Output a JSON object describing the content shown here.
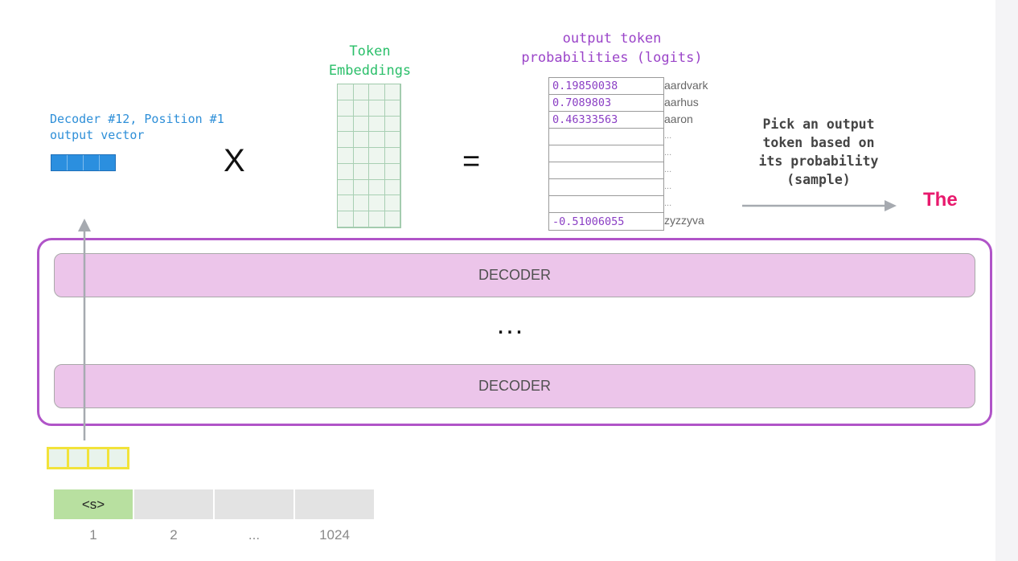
{
  "output_vector": {
    "label_line1": "Decoder #12, Position #1",
    "label_line2": "output vector",
    "color": "#2b8fdf",
    "cells": 4
  },
  "operators": {
    "multiply": "X",
    "equals": "="
  },
  "token_embeddings": {
    "label_line1": "Token",
    "label_line2": "Embeddings",
    "color": "#2bbf6a",
    "columns": 4,
    "rows": 9
  },
  "logits": {
    "title_line1": "output token",
    "title_line2": "probabilities (logits)",
    "color": "#9b45c9",
    "rows": [
      {
        "value": "0.19850038",
        "token": "aardvark"
      },
      {
        "value": "0.7089803",
        "token": "aarhus"
      },
      {
        "value": "0.46333563",
        "token": "aaron"
      },
      {
        "value": "",
        "token": "..."
      },
      {
        "value": "",
        "token": "..."
      },
      {
        "value": "",
        "token": "..."
      },
      {
        "value": "",
        "token": "..."
      },
      {
        "value": "",
        "token": "..."
      },
      {
        "value": "-0.51006055",
        "token": "zyzzyva"
      }
    ]
  },
  "pick": {
    "line1": "Pick an output",
    "line2": "token based on",
    "line3": "its probability",
    "line4": "(sample)"
  },
  "result_token": {
    "text": "The",
    "color": "#e8196d"
  },
  "decoder_stack": {
    "top_label": "DECODER",
    "ellipsis": "...",
    "bottom_label": "DECODER",
    "border_color": "#b054c8",
    "fill_color": "#ecc5ea"
  },
  "input_vector": {
    "color": "#f2e33a",
    "cells": 4
  },
  "positions": {
    "tokens": [
      "<s>",
      "",
      "",
      ""
    ],
    "numbers": [
      "1",
      "2",
      "...",
      "1024"
    ],
    "active_color": "#b8e0a0"
  }
}
